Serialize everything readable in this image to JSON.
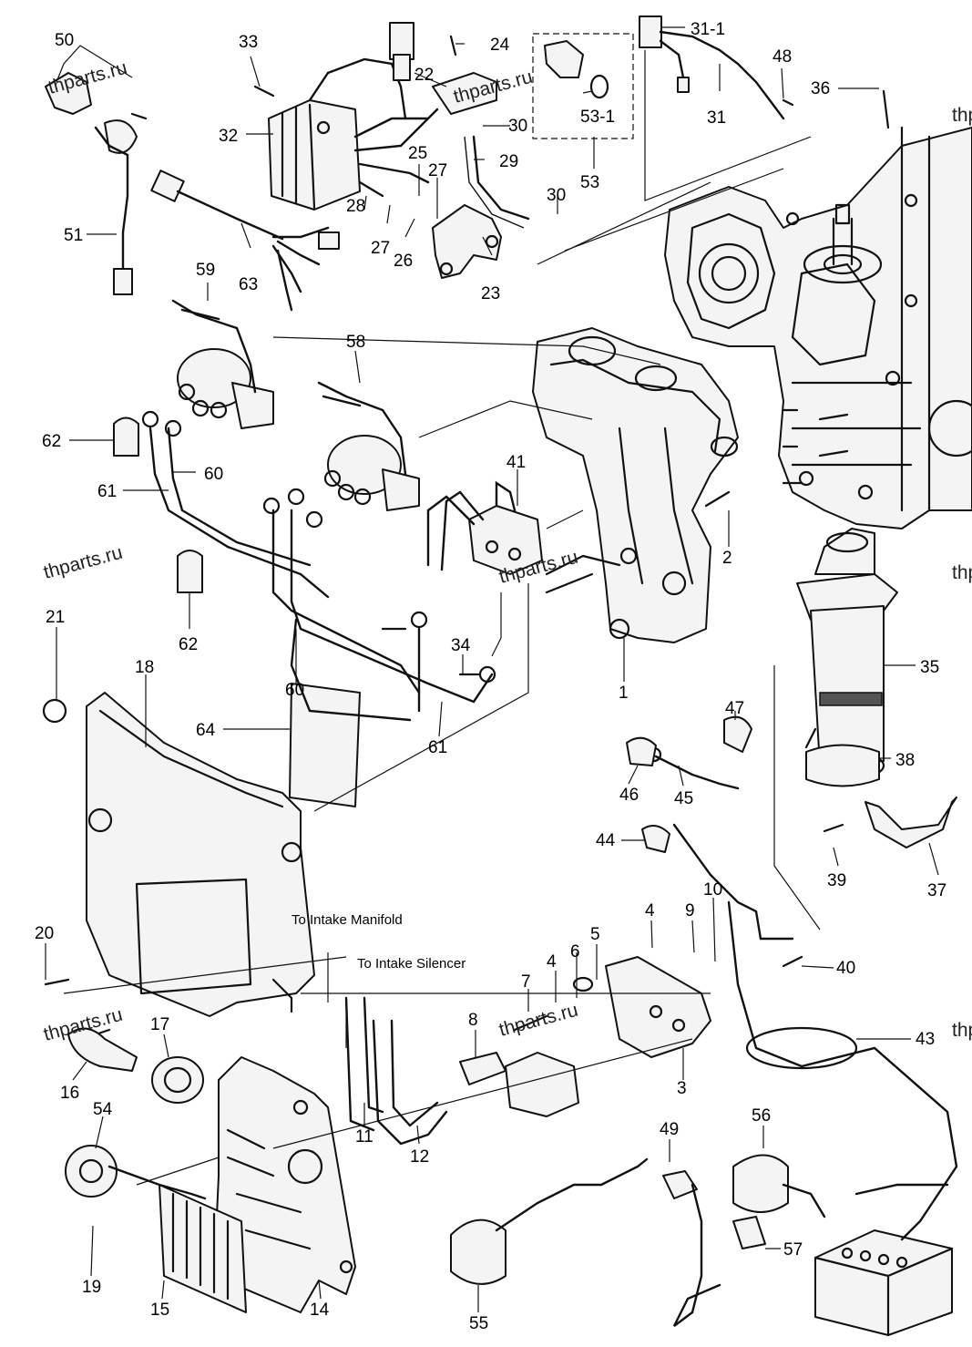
{
  "watermarks": [
    "thparts.ru",
    "thparts.ru",
    "thparts.ru",
    "thparts.ru",
    "thparts.ru",
    "thparts.ru",
    "thp",
    "thp",
    "thp"
  ],
  "notes": {
    "intake_manifold": "To Intake Manifold",
    "intake_silencer": "To Intake Silencer"
  },
  "callouts": [
    "50",
    "33",
    "24",
    "22",
    "31-1",
    "48",
    "36",
    "53-1",
    "30",
    "29",
    "53",
    "32",
    "25",
    "27",
    "28",
    "27",
    "26",
    "23",
    "30",
    "31",
    "51",
    "63",
    "59",
    "58",
    "41",
    "62",
    "60",
    "61",
    "2",
    "62",
    "21",
    "18",
    "64",
    "34",
    "60",
    "61",
    "1",
    "35",
    "47",
    "38",
    "46",
    "45",
    "44",
    "37",
    "39",
    "20",
    "10",
    "9",
    "4",
    "5",
    "6",
    "4",
    "7",
    "8",
    "40",
    "43",
    "3",
    "16",
    "17",
    "54",
    "11",
    "12",
    "49",
    "56",
    "19",
    "15",
    "14",
    "55",
    "57"
  ]
}
